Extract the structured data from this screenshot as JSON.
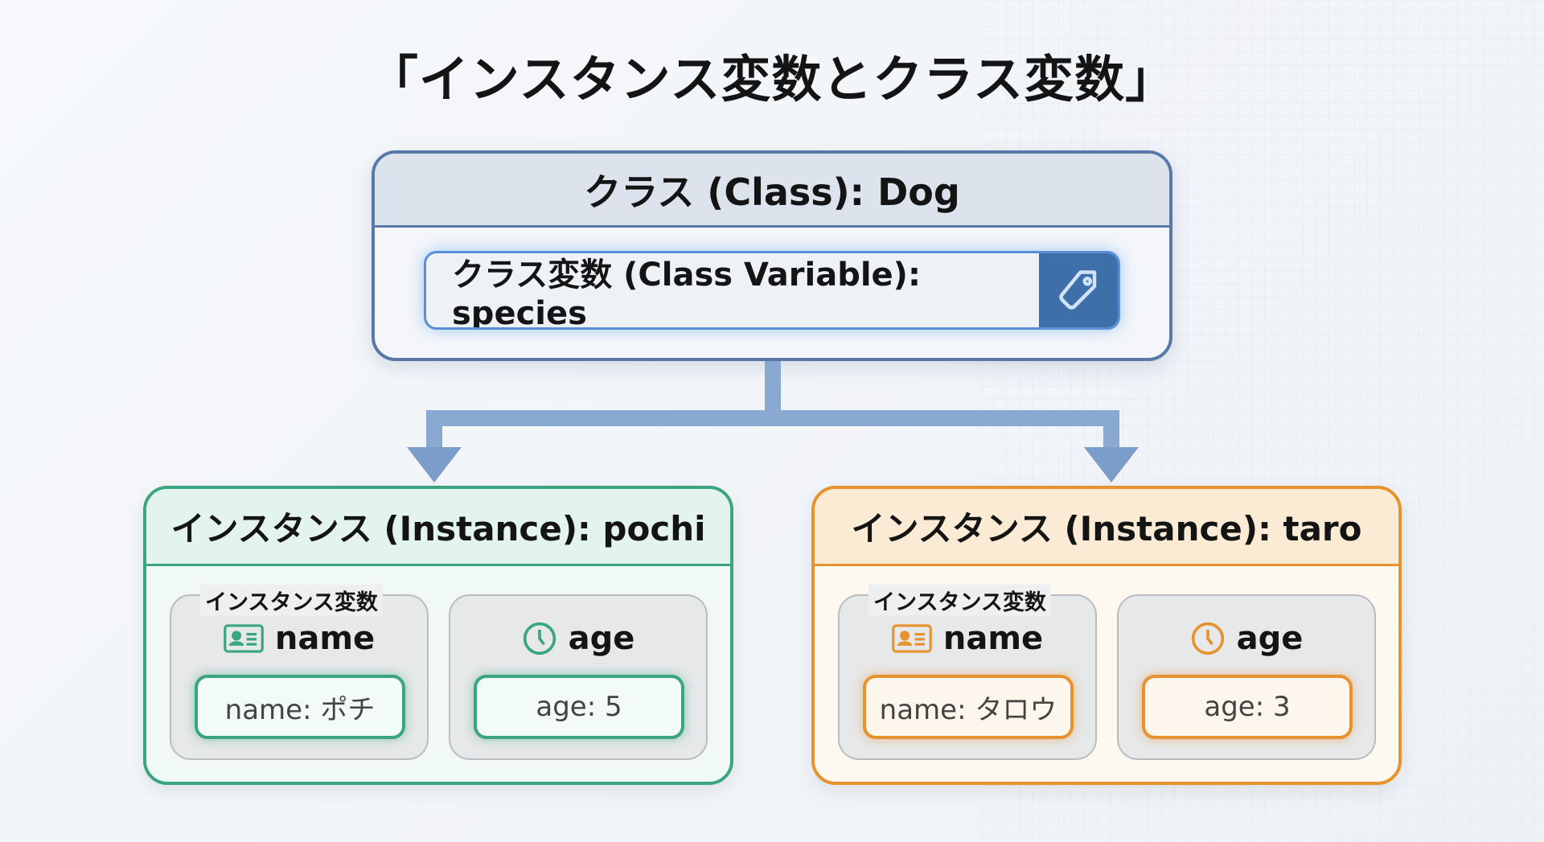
{
  "title": "「インスタンス変数とクラス変数」",
  "class_box": {
    "header": "クラス (Class): Dog",
    "class_variable": "クラス変数 (Class Variable): species",
    "icon": "tag-icon"
  },
  "instances": [
    {
      "header": "インスタンス (Instance): pochi",
      "legend": "インスタンス変数",
      "name_label": "name",
      "age_label": "age",
      "name_value": "name: ポチ",
      "age_value": "age: 5",
      "color": "#3aa57e"
    },
    {
      "header": "インスタンス (Instance): taro",
      "legend": "インスタンス変数",
      "name_label": "name",
      "age_label": "age",
      "name_value": "name: タロウ",
      "age_value": "age: 3",
      "color": "#e6922e"
    }
  ],
  "colors": {
    "class": "#5878a8",
    "connector": "#89a8d2"
  }
}
